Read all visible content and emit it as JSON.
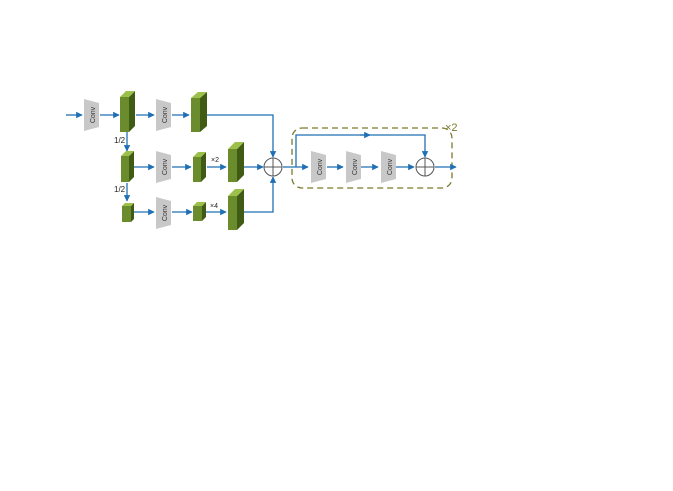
{
  "labels": {
    "conv": "Conv",
    "half": "1/2",
    "times2": "×2",
    "times4": "×4",
    "repeat": "×2"
  },
  "colors": {
    "arrow": "#1f6fb5",
    "feature_front": "#6a8c2c",
    "feature_side": "#3f5b14",
    "feature_top": "#9cc04a",
    "conv_fill": "#c8c8c8",
    "conv_text": "#333333",
    "dashed_box": "#7a7a2a",
    "repeat_text": "#7a7a2a"
  }
}
